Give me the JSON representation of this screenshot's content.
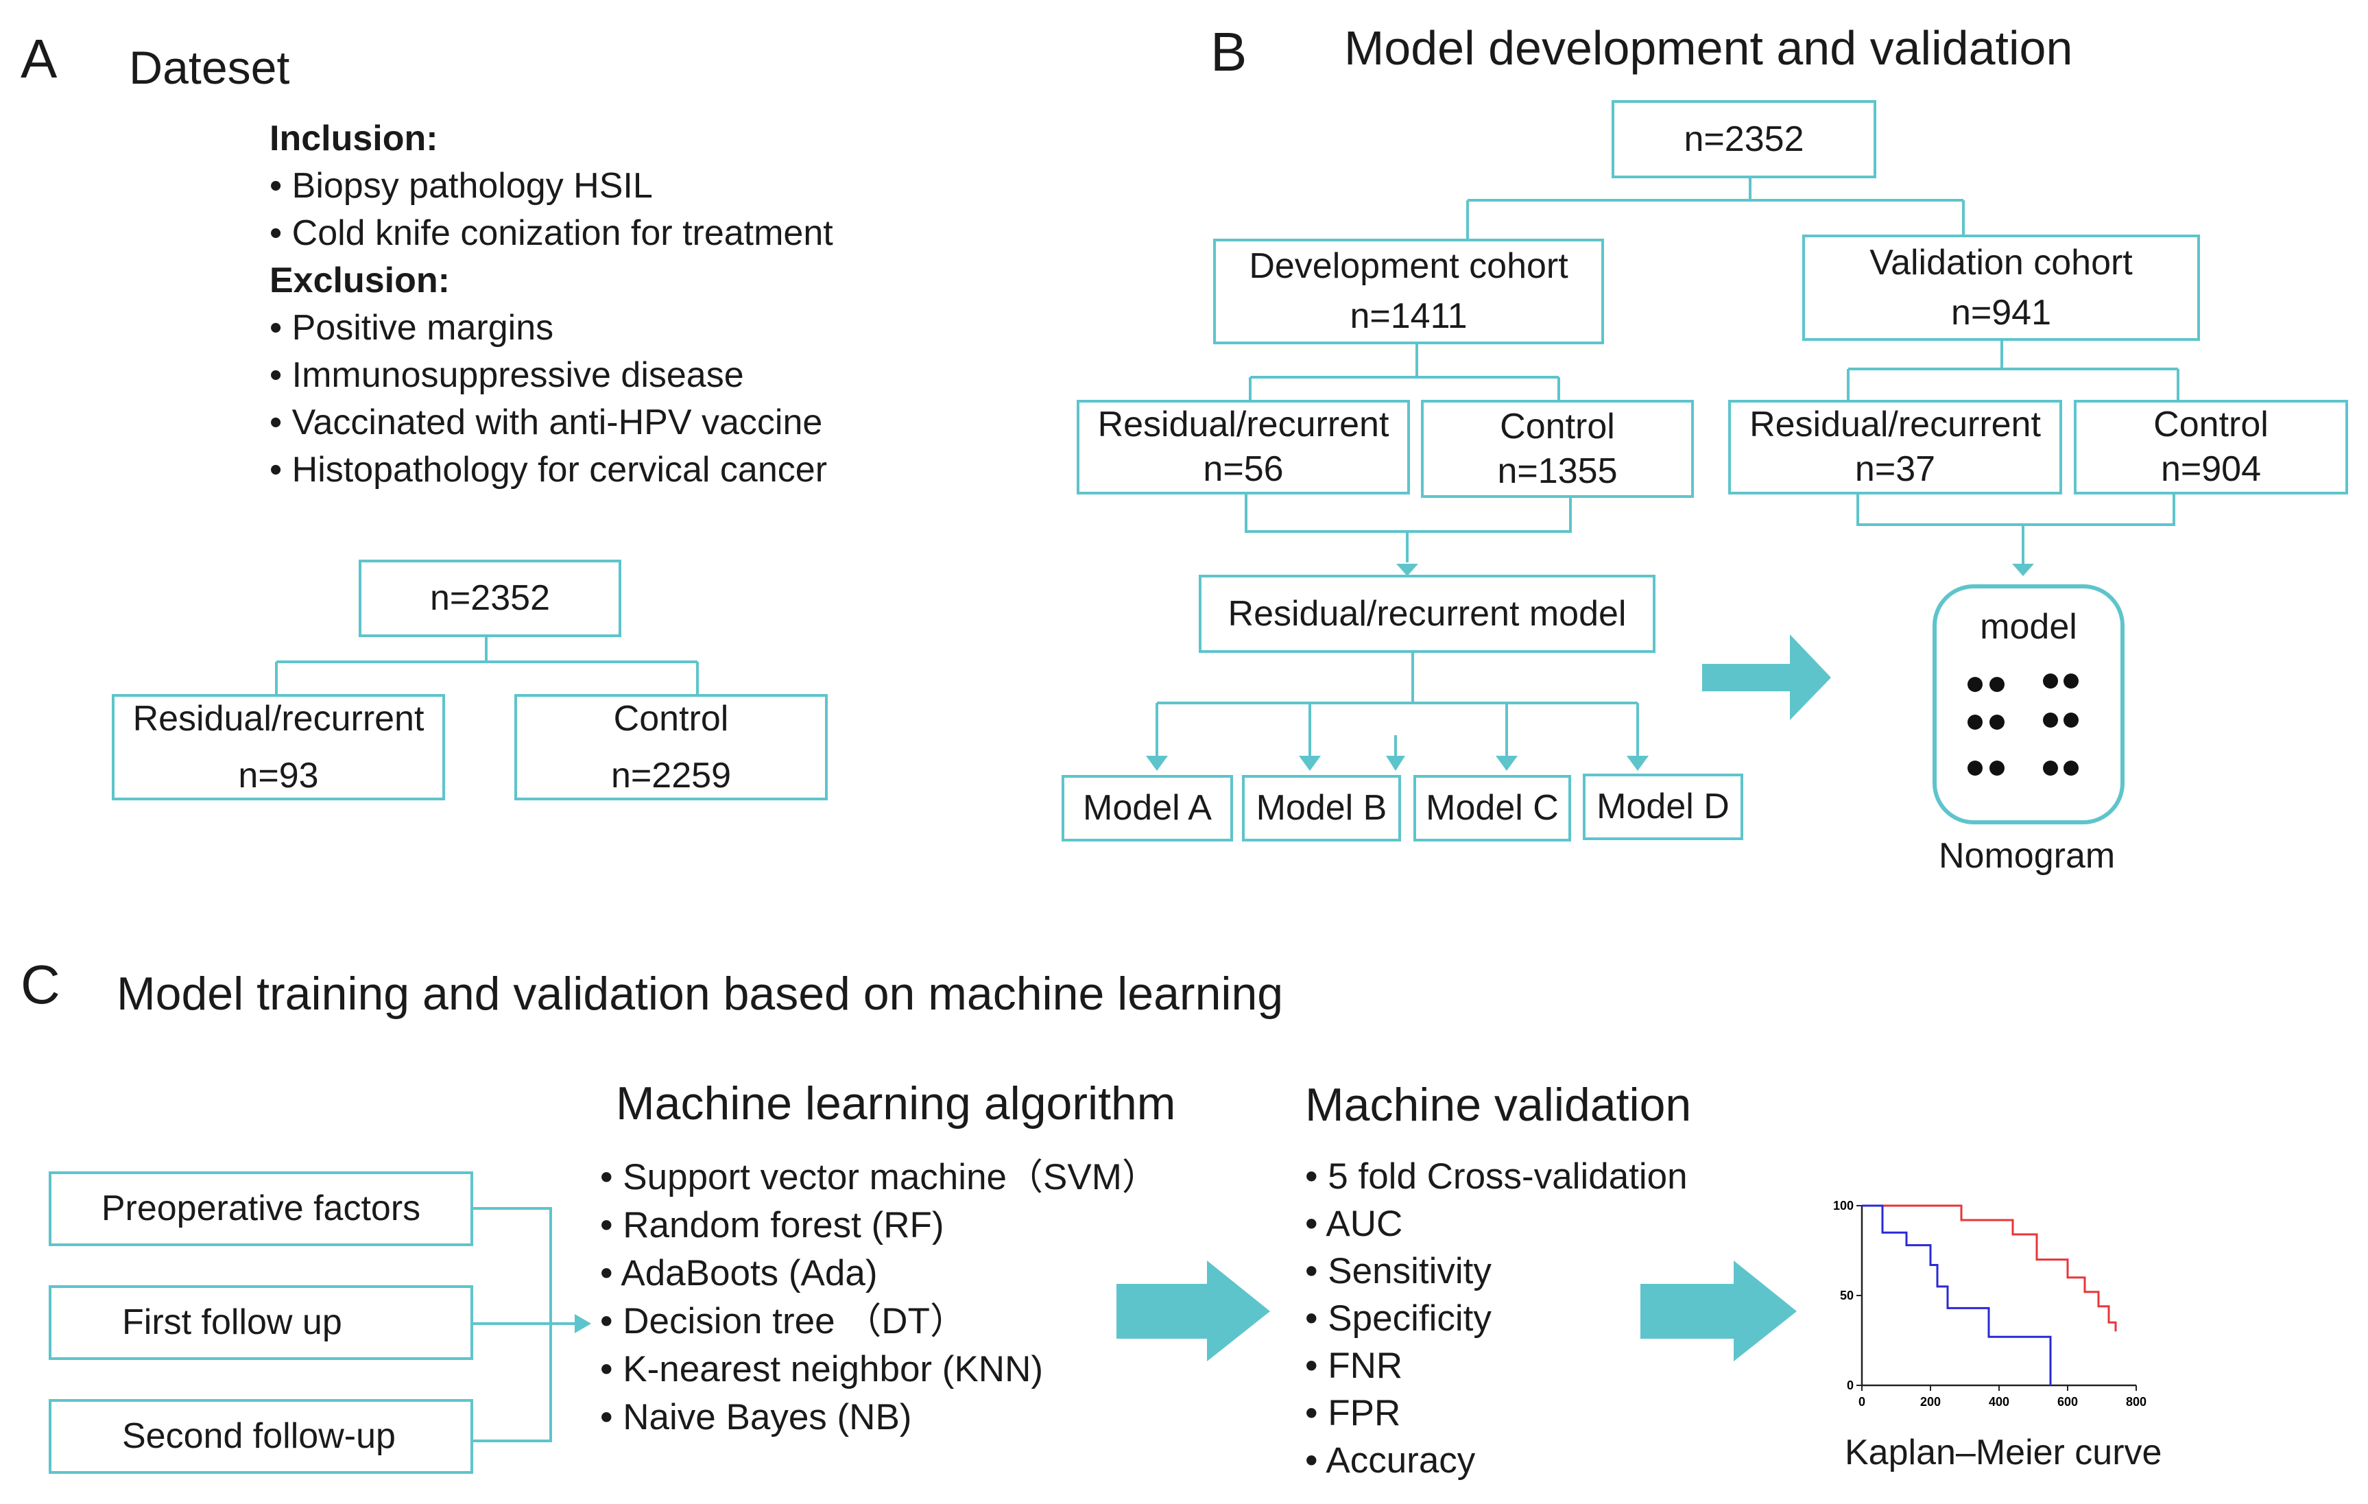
{
  "colors": {
    "line": "#5ec4cc",
    "km_red": "#e8363a",
    "km_blue": "#2a2ad4"
  },
  "panelA": {
    "letter": "A",
    "title": "Dateset",
    "inclusion_header": "Inclusion:",
    "inclusion": [
      "• Biopsy pathology HSIL",
      "• Cold knife conization for treatment"
    ],
    "exclusion_header": "Exclusion:",
    "exclusion": [
      "• Positive margins",
      "• Immunosuppressive disease",
      "• Vaccinated with anti-HPV vaccine",
      "• Histopathology for cervical cancer"
    ],
    "total": "n=2352",
    "residual_label": "Residual/recurrent",
    "residual_n": "n=93",
    "control_label": "Control",
    "control_n": "n=2259"
  },
  "panelB": {
    "letter": "B",
    "title": "Model development and validation",
    "total": "n=2352",
    "dev_label": "Development cohort",
    "dev_n": "n=1411",
    "val_label": "Validation cohort",
    "val_n": "n=941",
    "dev_res_label": "Residual/recurrent",
    "dev_res_n": "n=56",
    "dev_ctrl_label": "Control",
    "dev_ctrl_n": "n=1355",
    "val_res_label": "Residual/recurrent",
    "val_res_n": "n=37",
    "val_ctrl_label": "Control",
    "val_ctrl_n": "n=904",
    "model_box": "Residual/recurrent model",
    "models": [
      "Model A",
      "Model B",
      "Model C",
      "Model D"
    ],
    "nomogram_inner": "model",
    "nomogram_caption": "Nomogram"
  },
  "panelC": {
    "letter": "C",
    "title": "Model training and validation based on machine learning",
    "inputs": [
      "Preoperative factors",
      "First follow up",
      "Second follow-up"
    ],
    "ml_title": "Machine learning algorithm",
    "ml_items": [
      "• Support vector machine（SVM）",
      "• Random forest (RF)",
      "• AdaBoots (Ada)",
      "• Decision tree （DT）",
      "• K-nearest neighbor (KNN)",
      "• Naive Bayes (NB)"
    ],
    "val_title": "Machine validation",
    "val_items": [
      "• 5 fold Cross-validation",
      "• AUC",
      "• Sensitivity",
      "• Specificity",
      "• FNR",
      "• FPR",
      "• Accuracy"
    ],
    "km_caption": "Kaplan–Meier curve"
  },
  "chart_data": {
    "type": "line",
    "x_ticks": [
      "0",
      "200",
      "400",
      "600",
      "800"
    ],
    "y_ticks": [
      "0",
      "50",
      "100"
    ],
    "xlim": [
      0,
      800
    ],
    "ylim": [
      0,
      100
    ],
    "series": [
      {
        "color": "#e8363a",
        "x": [
          0,
          290,
          290,
          440,
          440,
          510,
          510,
          560,
          560,
          600,
          600,
          650,
          650,
          690,
          690,
          720,
          720,
          740,
          740
        ],
        "y": [
          100,
          100,
          92,
          92,
          84,
          84,
          70,
          70,
          70,
          70,
          60,
          60,
          52,
          52,
          44,
          44,
          35,
          35,
          30
        ]
      },
      {
        "color": "#2a2ad4",
        "x": [
          0,
          60,
          60,
          130,
          130,
          200,
          200,
          220,
          220,
          250,
          250,
          290,
          290,
          370,
          370,
          550,
          550
        ],
        "y": [
          100,
          100,
          85,
          85,
          78,
          78,
          67,
          67,
          55,
          55,
          43,
          43,
          43,
          43,
          27,
          27,
          0
        ]
      }
    ]
  }
}
